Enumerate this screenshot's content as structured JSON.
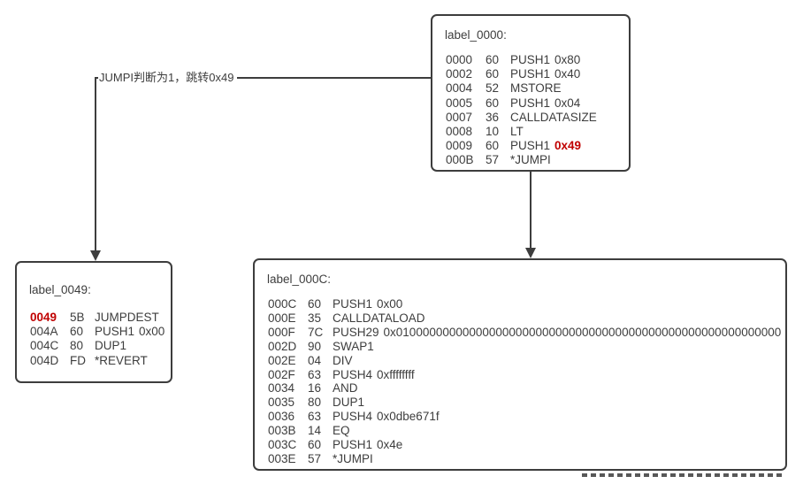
{
  "diagram": {
    "annotation": "JUMPI判断为1，跳转0x49",
    "colors": {
      "text": "#3d3d3d",
      "border": "#3d3d3d",
      "highlight_red": "#c00000",
      "background": "#ffffff"
    },
    "blocks": [
      {
        "title": "label_0000:",
        "instructions": [
          {
            "addr": "0000",
            "byte": "60",
            "op": "PUSH1",
            "operand": "0x80"
          },
          {
            "addr": "0002",
            "byte": "60",
            "op": "PUSH1",
            "operand": "0x40"
          },
          {
            "addr": "0004",
            "byte": "52",
            "op": "MSTORE",
            "operand": ""
          },
          {
            "addr": "0005",
            "byte": "60",
            "op": "PUSH1",
            "operand": "0x04"
          },
          {
            "addr": "0007",
            "byte": "36",
            "op": "CALLDATASIZE",
            "operand": ""
          },
          {
            "addr": "0008",
            "byte": "10",
            "op": "LT",
            "operand": ""
          },
          {
            "addr": "0009",
            "byte": "60",
            "op": "PUSH1",
            "operand": "0x49"
          },
          {
            "addr": "000B",
            "byte": "57",
            "op": "*JUMPI",
            "operand": ""
          }
        ]
      },
      {
        "title": "label_0049:",
        "instructions": [
          {
            "addr": "0049",
            "byte": "5B",
            "op": "JUMPDEST",
            "operand": ""
          },
          {
            "addr": "004A",
            "byte": "60",
            "op": "PUSH1",
            "operand": "0x00"
          },
          {
            "addr": "004C",
            "byte": "80",
            "op": "DUP1",
            "operand": ""
          },
          {
            "addr": "004D",
            "byte": "FD",
            "op": "*REVERT",
            "operand": ""
          }
        ]
      },
      {
        "title": "label_000C:",
        "instructions": [
          {
            "addr": "000C",
            "byte": "60",
            "op": "PUSH1",
            "operand": "0x00"
          },
          {
            "addr": "000E",
            "byte": "35",
            "op": "CALLDATALOAD",
            "operand": ""
          },
          {
            "addr": "000F",
            "byte": "7C",
            "op": "PUSH29",
            "operand": "0x0100000000000000000000000000000000000000000000000000000000"
          },
          {
            "addr": "002D",
            "byte": "90",
            "op": "SWAP1",
            "operand": ""
          },
          {
            "addr": "002E",
            "byte": "04",
            "op": "DIV",
            "operand": ""
          },
          {
            "addr": "002F",
            "byte": "63",
            "op": "PUSH4",
            "operand": "0xffffffff"
          },
          {
            "addr": "0034",
            "byte": "16",
            "op": "AND",
            "operand": ""
          },
          {
            "addr": "0035",
            "byte": "80",
            "op": "DUP1",
            "operand": ""
          },
          {
            "addr": "0036",
            "byte": "63",
            "op": "PUSH4",
            "operand": "0x0dbe671f"
          },
          {
            "addr": "003B",
            "byte": "14",
            "op": "EQ",
            "operand": ""
          },
          {
            "addr": "003C",
            "byte": "60",
            "op": "PUSH1",
            "operand": "0x4e"
          },
          {
            "addr": "003E",
            "byte": "57",
            "op": "*JUMPI",
            "operand": ""
          }
        ]
      }
    ]
  }
}
